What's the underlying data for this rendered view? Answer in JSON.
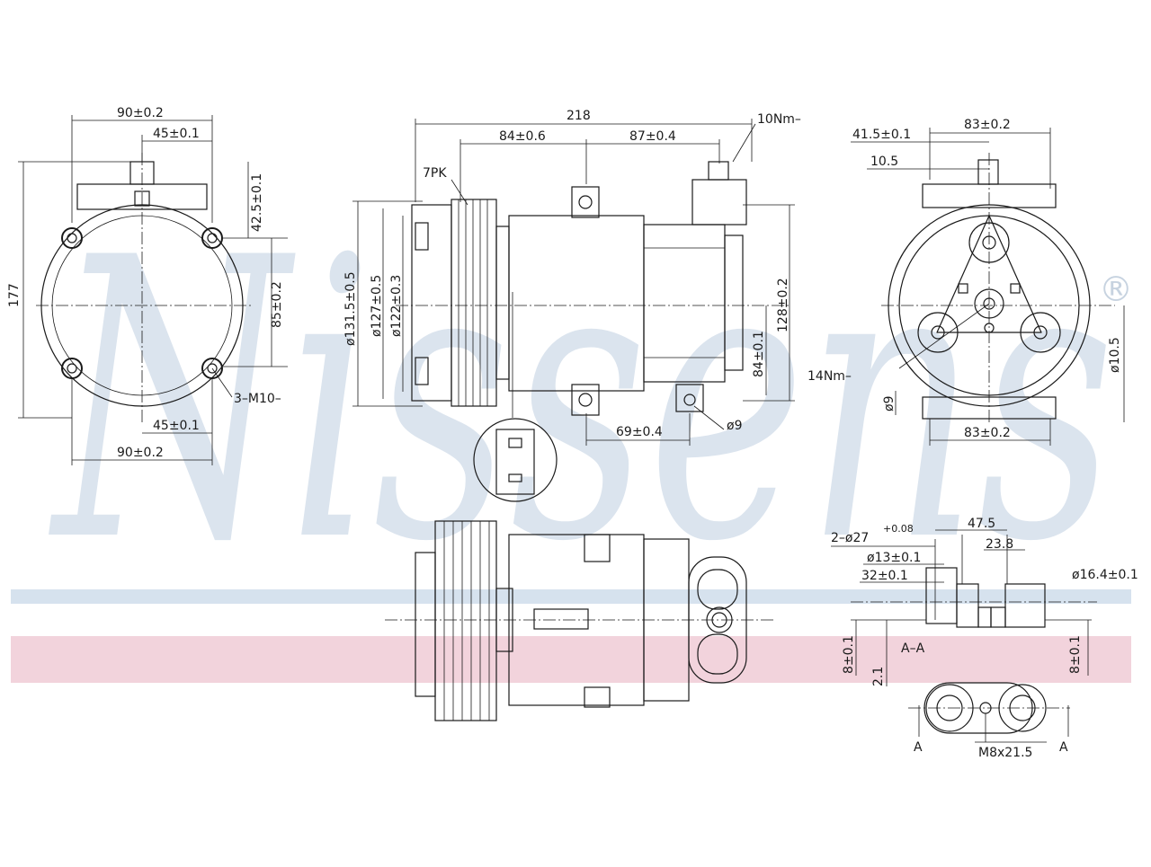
{
  "brand": {
    "logo_text": "Nissens",
    "registered_mark": "®"
  },
  "colors": {
    "watermark_blue": "#dbe4ee",
    "band_blue": "#d6e2ee",
    "band_pink": "#f2d3dc",
    "line": "#1a1a1a"
  },
  "front_view": {
    "top_width": "90±0.2",
    "top_half": "45±0.1",
    "height": "177",
    "lug_offset": "42.5±0.1",
    "lug_span": "85±0.2",
    "bottom_half": "45±0.1",
    "bottom_width": "90±0.2",
    "thread_note": "3–M10–"
  },
  "side_view": {
    "total_length": "218",
    "left_span": "84±0.6",
    "right_span": "87±0.4",
    "torque_top": "10Nm–",
    "belt": "7PK",
    "dia_pulley": "ø131.5±0.5",
    "dia_127": "ø127±0.5",
    "dia_122": "ø122±0.3",
    "height_128": "128±0.2",
    "height_84": "84±0.1",
    "bottom_span": "69±0.4",
    "hole": "ø9"
  },
  "rear_view": {
    "top_width": "83±0.2",
    "offset_a": "41.5±0.1",
    "offset_b": "10.5",
    "torque": "14Nm–",
    "dia_side": "ø10.5",
    "hole": "ø9",
    "bottom_width": "83±0.2"
  },
  "port_detail": {
    "pipe_dia": "2–ø27",
    "tol": "+0.08",
    "span_a": "47.5",
    "span_b": "23.8",
    "dia_13": "ø13±0.1",
    "dim_32": "32±0.1",
    "dia_164": "ø16.4±0.1",
    "depth_left": "8±0.1",
    "depth_mid": "2.1",
    "section": "A–A",
    "depth_right": "8±0.1",
    "section_left": "A",
    "bolt": "M8x21.5",
    "section_right": "A"
  }
}
